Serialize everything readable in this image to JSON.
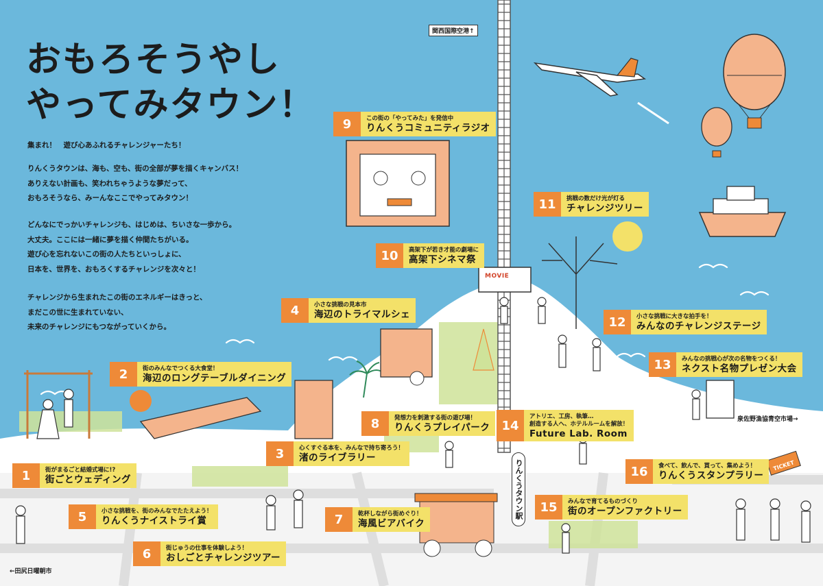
{
  "title": {
    "line1": "おもろそうやし",
    "line2": "やってみタウン！"
  },
  "intro": {
    "lead": "集まれ！　遊び心あふれるチャレンジャーたち！",
    "p1": [
      "りんくうタウンは、海も、空も、街の全部が夢を描くキャンバス！",
      "ありえない計画も、笑われちゃうような夢だって、",
      "おもろそうなら、みーんなここでやってみタウン！"
    ],
    "p2": [
      "どんなにでっかいチャレンジも、はじめは、ちいさな一歩から。",
      "大丈夫。ここには一緒に夢を描く仲間たちがいる。",
      "遊び心を忘れないこの街の人たちといっしょに、",
      "日本を、世界を、おもろくするチャレンジを次々と！"
    ],
    "p3": [
      "チャレンジから生まれたこの街のエネルギーはきっと、",
      "まだこの世に生まれていない、",
      "未来のチャレンジにもつながっていくから。"
    ]
  },
  "spots": [
    {
      "num": "1",
      "sub": "街がまるごと結婚式場に!?",
      "name": "街ごとウェディング"
    },
    {
      "num": "2",
      "sub": "街のみんなでつくる大食堂！",
      "name": "海辺のロングテーブルダイニング"
    },
    {
      "num": "3",
      "sub": "心くすぐる本を、みんなで持ち寄ろう！",
      "name": "渚のライブラリー"
    },
    {
      "num": "4",
      "sub": "小さな挑戦の見本市",
      "name": "海辺のトライマルシェ"
    },
    {
      "num": "5",
      "sub": "小さな挑戦を、街のみんなでたたえよう！",
      "name": "りんくうナイストライ賞"
    },
    {
      "num": "6",
      "sub": "街じゅうの仕事を体験しよう！",
      "name": "おしごとチャレンジツアー"
    },
    {
      "num": "7",
      "sub": "乾杯しながら街めぐり！",
      "name": "海風ビアバイク"
    },
    {
      "num": "8",
      "sub": "発想力を刺激する街の遊び場！",
      "name": "りんくうプレイパーク"
    },
    {
      "num": "9",
      "sub": "この街の「やってみた」を発信中",
      "name": "りんくうコミュニティラジオ"
    },
    {
      "num": "10",
      "sub": "高架下が若き才能の劇場に",
      "name": "高架下シネマ祭"
    },
    {
      "num": "11",
      "sub": "挑戦の数だけ光が灯る",
      "name": "チャレンジツリー"
    },
    {
      "num": "12",
      "sub": "小さな挑戦に大きな拍手を！",
      "name": "みんなのチャレンジステージ"
    },
    {
      "num": "13",
      "sub": "みんなの挑戦心が次の名物をつくる！",
      "name": "ネクスト名物プレゼン大会"
    },
    {
      "num": "14",
      "sub": "アトリエ、工房、執筆…",
      "sub2": "創造する人へ、ホテルルームを解放！",
      "name": "Future Lab. Room"
    },
    {
      "num": "15",
      "sub": "みんなで育てるものづくり",
      "name": "街のオープンファクトリー"
    },
    {
      "num": "16",
      "sub": "食べて、飲んで、買って、集めよう！",
      "name": "りんくうスタンプラリー"
    }
  ],
  "places": {
    "airport": "関西国際空港↑",
    "fishmarket": "泉佐野漁協青空市場→",
    "sunday_market": "←田尻日曜朝市",
    "station": "りんくうタウン駅",
    "movie_sign": "MOVIE",
    "ticket": "TICKET"
  },
  "colors": {
    "sea": "#6bb8dc",
    "land": "#ffffff",
    "road": "#e2e2e2",
    "orange": "#ee8a38",
    "yellow": "#f3e169",
    "peach": "#f4b48c",
    "dots": "#cfe39a"
  }
}
